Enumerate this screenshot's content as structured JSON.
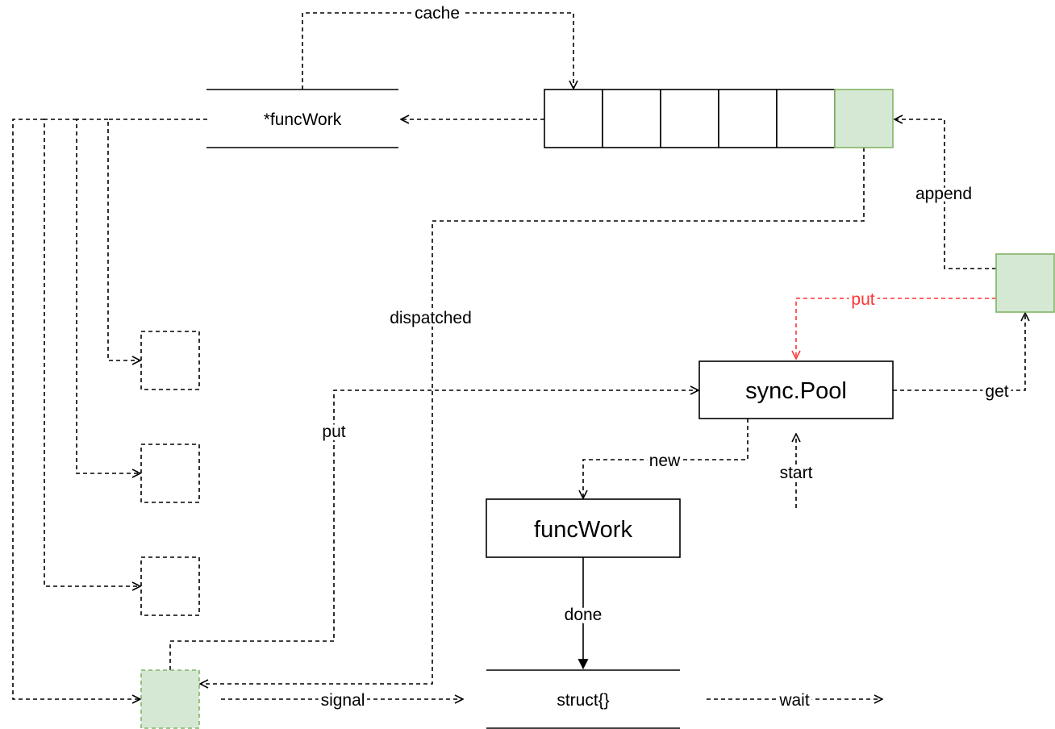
{
  "nodes": {
    "func_work_ptr": "*funcWork",
    "sync_pool": "sync.Pool",
    "func_work": "funcWork",
    "struct_empty": "struct{}"
  },
  "edges": {
    "cache": "cache",
    "append": "append",
    "dispatched": "dispatched",
    "put_red": "put",
    "put": "put",
    "get": "get",
    "new": "new",
    "start": "start",
    "done": "done",
    "signal": "signal",
    "wait": "wait"
  },
  "colors": {
    "line": "#000000",
    "accent_red": "#ff3333",
    "green_fill": "#d5e8d4",
    "green_stroke": "#82b366"
  }
}
